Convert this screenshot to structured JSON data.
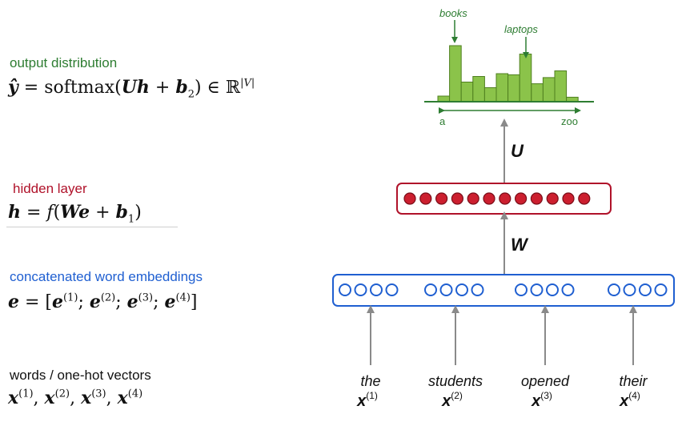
{
  "left_panel": {
    "output": {
      "title": "output distribution",
      "equation": "ŷ = softmax(Uh + b₂) ∈ ℝ^|V|"
    },
    "hidden": {
      "title": "hidden layer",
      "equation": "h = f(We + b₁)"
    },
    "embeddings": {
      "title": "concatenated word embeddings",
      "equation": "e = [e^(1); e^(2); e^(3); e^(4)]"
    },
    "words": {
      "title": "words / one-hot vectors",
      "equation": "x^(1), x^(2), x^(3), x^(4)"
    }
  },
  "diagram": {
    "histogram": {
      "callouts": [
        "books",
        "laptops"
      ],
      "axis_start": "a",
      "axis_end": "zoo",
      "bar_values": [
        1,
        10,
        3.5,
        4.5,
        2.5,
        5,
        4.8,
        8.5,
        3.2,
        4.3,
        5.5,
        0.8
      ]
    },
    "weight_U": "U",
    "weight_W": "W",
    "hidden_units": 12,
    "embedding_groups": 4,
    "embedding_units_per_group": 4,
    "words": [
      {
        "word": "the",
        "vec": "x(1)"
      },
      {
        "word": "students",
        "vec": "x(2)"
      },
      {
        "word": "opened",
        "vec": "x(3)"
      },
      {
        "word": "their",
        "vec": "x(4)"
      }
    ],
    "colors": {
      "hist_fill": "#8bc34a",
      "hist_stroke": "#4f7f1f",
      "hidden_fill": "#cc1f2f",
      "hidden_box": "#b0122a",
      "embed_stroke": "#1f5fd1",
      "arrow": "#8a8a8a"
    }
  }
}
